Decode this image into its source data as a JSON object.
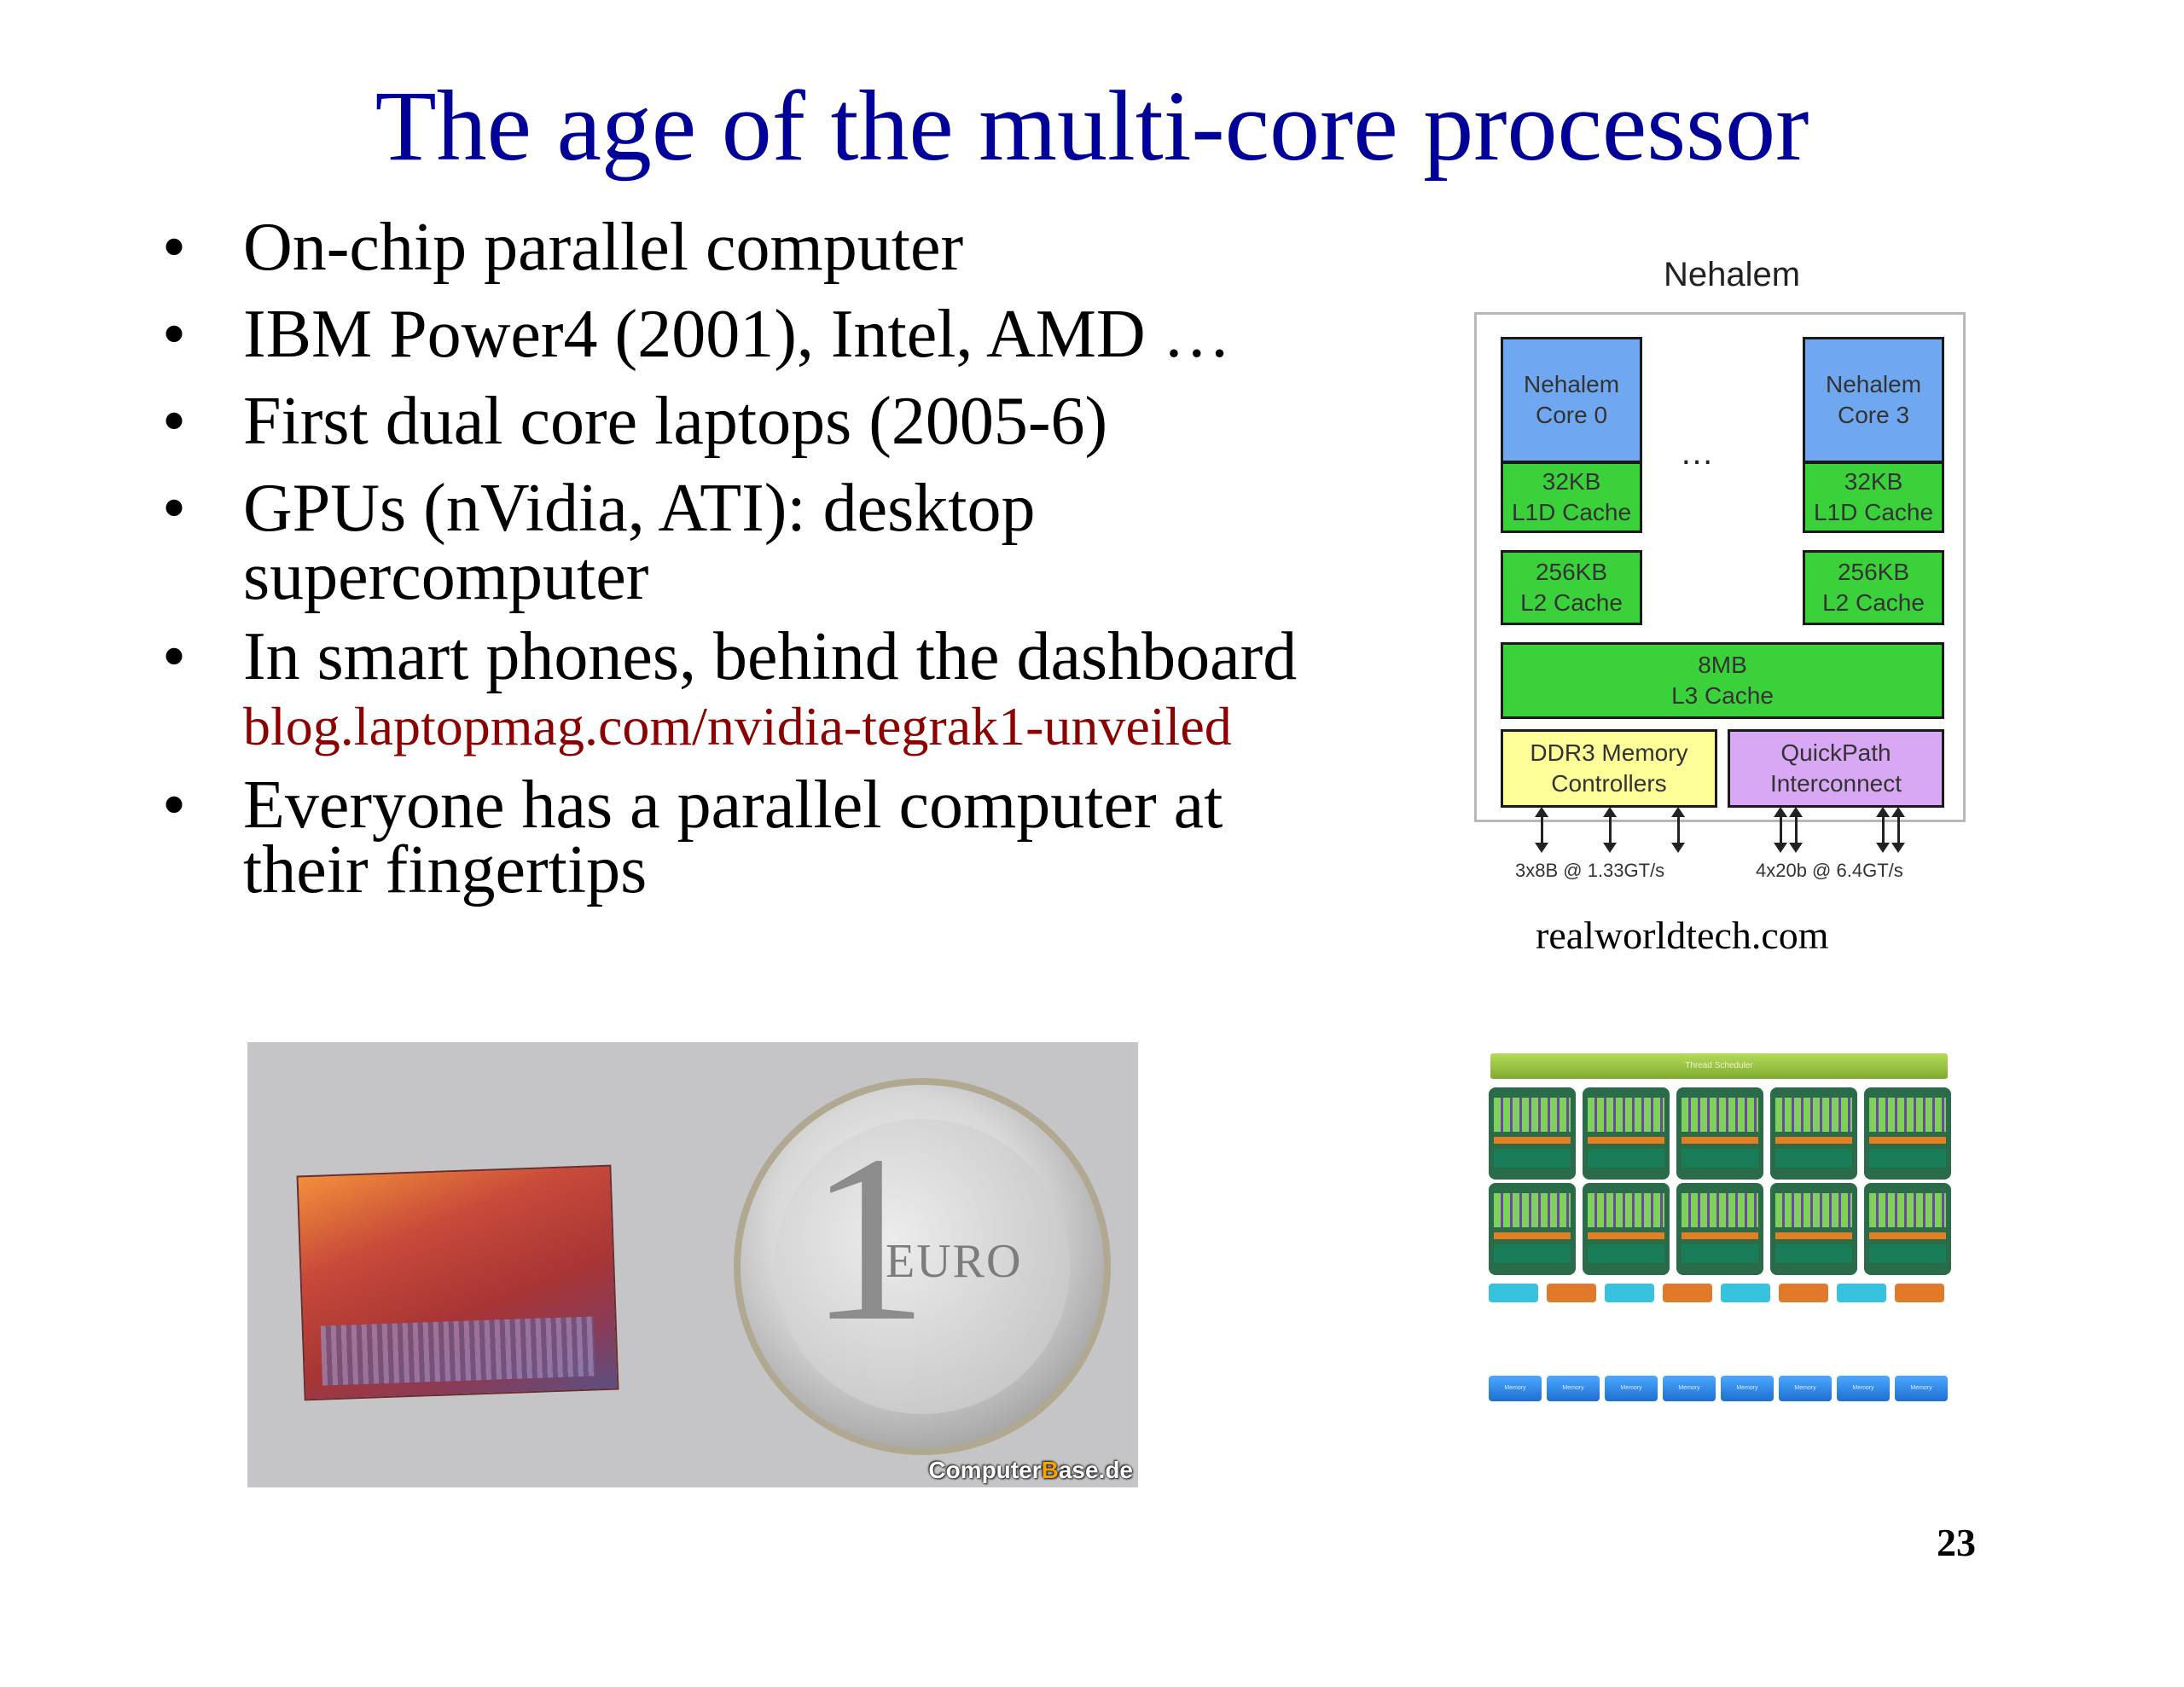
{
  "slide": {
    "title": "The age of the multi-core processor",
    "bullets": [
      {
        "lines": [
          "On-chip parallel computer"
        ]
      },
      {
        "lines": [
          "IBM Power4 (2001), Intel, AMD …"
        ]
      },
      {
        "lines": [
          "First dual core laptops (2005-6)"
        ]
      },
      {
        "lines": [
          "GPUs (nVidia, ATI): desktop",
          "supercomputer"
        ]
      },
      {
        "lines": [
          "In smart phones, behind the dashboard"
        ],
        "link": "blog.laptopmag.com/nvidia-tegrak1-unveiled"
      },
      {
        "lines": [
          "Everyone has a parallel computer at",
          "their fingertips"
        ]
      }
    ],
    "bullet_char": "•",
    "page_number": "23"
  },
  "nehalem": {
    "title": "Nehalem",
    "core0": [
      "Nehalem",
      "Core 0"
    ],
    "core3": [
      "Nehalem",
      "Core 3"
    ],
    "l1": [
      "32KB",
      "L1D Cache"
    ],
    "l2": [
      "256KB",
      "L2 Cache"
    ],
    "ellipsis": "…",
    "l3": [
      "8MB",
      "L3 Cache"
    ],
    "ddr": [
      "DDR3 Memory",
      "Controllers"
    ],
    "qpi": [
      "QuickPath",
      "Interconnect"
    ],
    "bw_left": "3x8B @ 1.33GT/s",
    "bw_right": "4x20b @ 6.4GT/s",
    "source": "realworldtech.com"
  },
  "photo": {
    "coin_digit": "1",
    "coin_text": "EURO",
    "watermark_a": "Computer",
    "watermark_b": "B",
    "watermark_c": "ase.de"
  },
  "gpu": {
    "scheduler": "Thread Scheduler",
    "mem_label": "Memory"
  }
}
